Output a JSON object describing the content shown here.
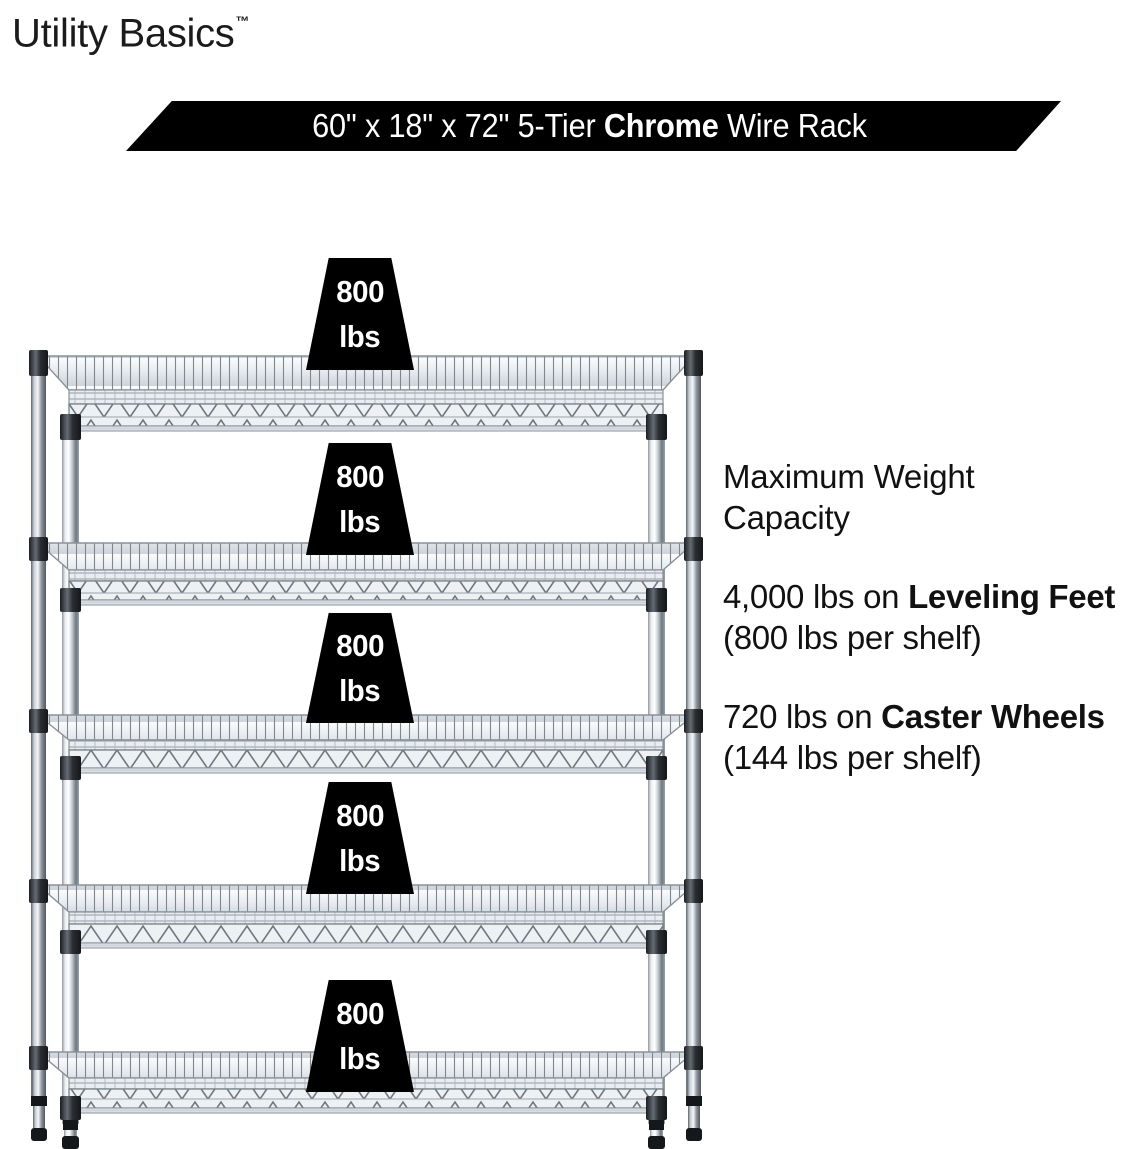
{
  "brand": {
    "name": "Utility Basics",
    "trademark": "™"
  },
  "banner": {
    "text_plain": "60\" x 18\" x 72\" 5-Tier Chrome Wire Rack",
    "text_before": "60\" x 18\" x 72\" 5-Tier ",
    "text_bold": "Chrome",
    "text_after": " Wire Rack",
    "background_color": "#000000",
    "text_color": "#ffffff"
  },
  "product": {
    "type": "5-Tier Chrome Wire Rack",
    "width_in": "60\"",
    "depth_in": "18\"",
    "height_in": "72\"",
    "tiers": 5,
    "finish": "Chrome"
  },
  "info": {
    "heading_line1": "Maximum Weight",
    "heading_line2": "Capacity",
    "heading": "Maximum Weight Capacity",
    "paragraphs": [
      {
        "lead": "4,000 lbs on ",
        "bold": "Leveling Feet",
        "tail": " (800 lbs per shelf)",
        "total": "4,000 lbs",
        "mount": "Leveling Feet",
        "per_shelf": "800 lbs per shelf"
      },
      {
        "lead": "720 lbs on ",
        "bold": "Caster Wheels",
        "tail": " (144 lbs per shelf)",
        "total": "720 lbs",
        "mount": "Caster Wheels",
        "per_shelf": "144 lbs per shelf"
      }
    ]
  },
  "badges": [
    {
      "num": "800",
      "unit": "lbs"
    },
    {
      "num": "800",
      "unit": "lbs"
    },
    {
      "num": "800",
      "unit": "lbs"
    },
    {
      "num": "800",
      "unit": "lbs"
    },
    {
      "num": "800",
      "unit": "lbs"
    }
  ],
  "colors": {
    "background": "#ffffff",
    "ink": "#111111",
    "badge_fill": "#000000",
    "badge_text": "#ffffff",
    "chrome_light": "#f2f4f6",
    "chrome_mid": "#c3c9cf",
    "chrome_dark": "#7d858d",
    "collar": "#2b2f33"
  }
}
